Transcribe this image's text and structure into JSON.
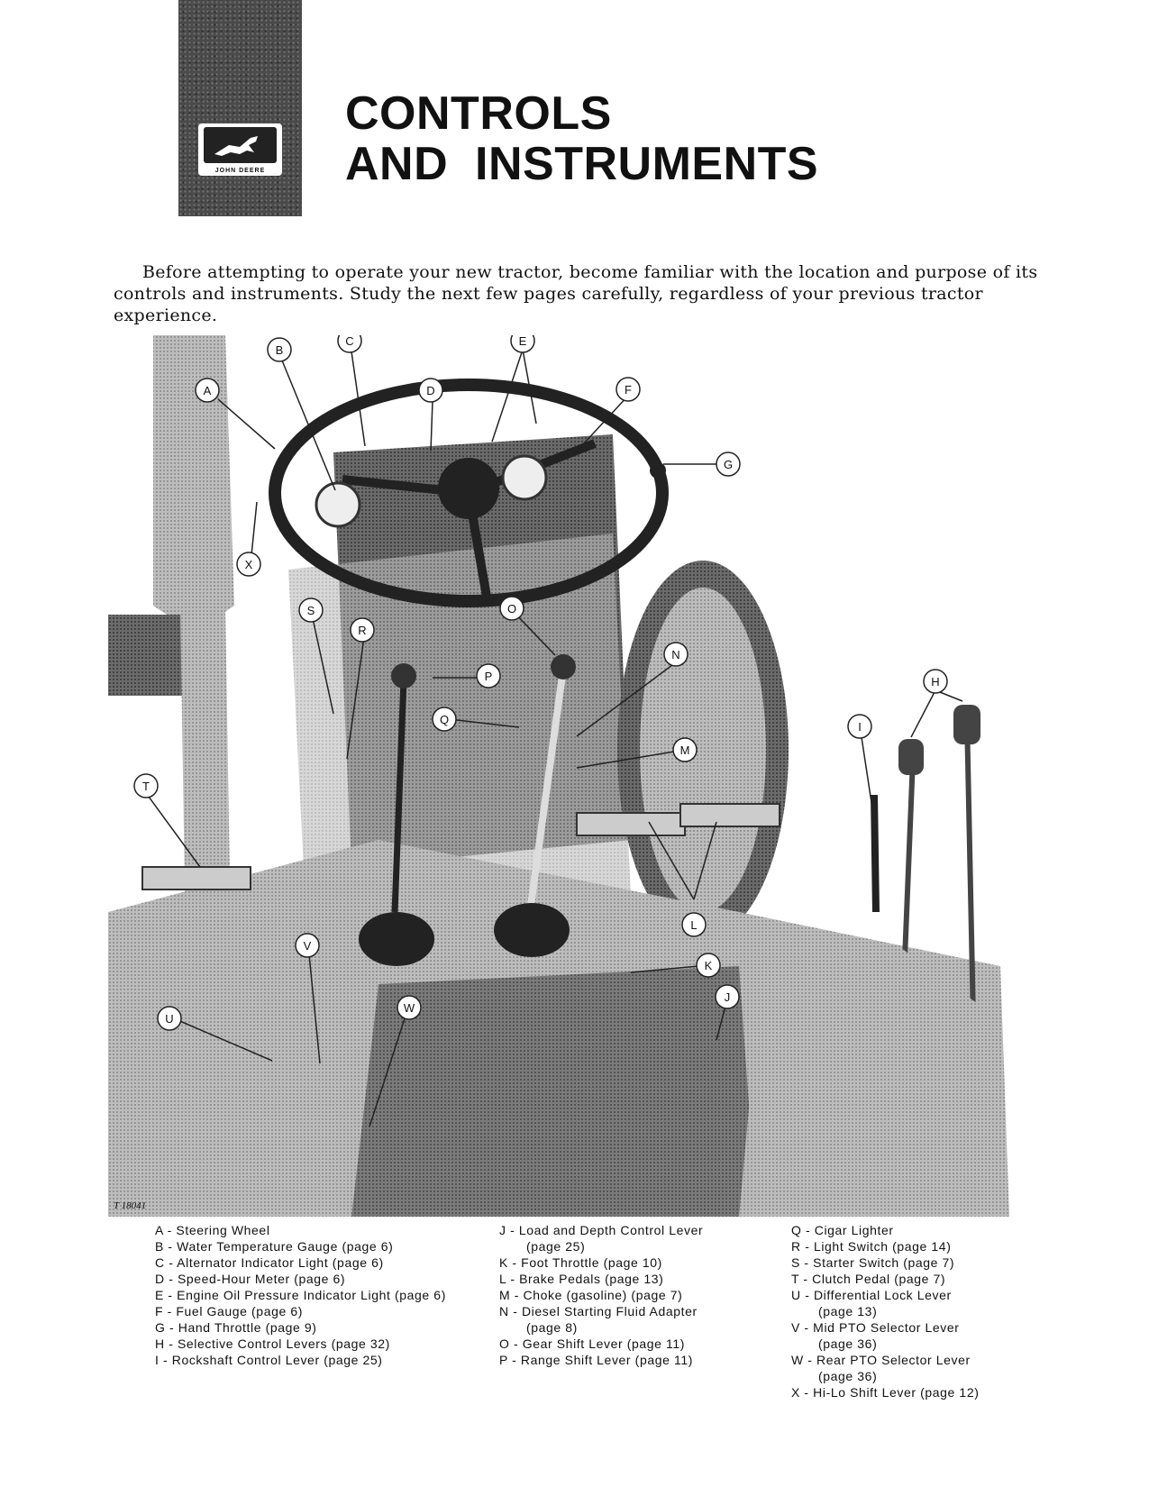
{
  "logo": {
    "text": "JOHN DEERE"
  },
  "title": {
    "line1": "CONTROLS",
    "line2": "AND  INSTRUMENTS"
  },
  "intro": "Before attempting to operate your new tractor, become familiar with the location and purpose of its controls and instruments. Study the next few pages carefully, regardless of your previous tractor experience.",
  "figure_number": "T 18041",
  "callouts": [
    "A",
    "B",
    "C",
    "D",
    "E",
    "F",
    "G",
    "H",
    "I",
    "J",
    "K",
    "L",
    "M",
    "N",
    "O",
    "P",
    "Q",
    "R",
    "S",
    "T",
    "U",
    "V",
    "W",
    "X"
  ],
  "legend": {
    "col1": [
      "A - Steering Wheel",
      "B - Water Temperature Gauge (page 6)",
      "C - Alternator Indicator Light (page 6)",
      "D - Speed-Hour Meter (page 6)",
      "E - Engine Oil Pressure Indicator Light (page 6)",
      "F - Fuel Gauge (page 6)",
      "G - Hand Throttle (page 9)",
      "H - Selective Control Levers (page 32)",
      "I - Rockshaft Control Lever (page 25)"
    ],
    "col2": [
      "J - Load and Depth Control Lever",
      "(page 25)",
      "K - Foot Throttle (page 10)",
      "L - Brake Pedals (page 13)",
      "M - Choke (gasoline) (page 7)",
      "N - Diesel Starting Fluid Adapter",
      "(page 8)",
      "O - Gear Shift Lever (page 11)",
      "P - Range Shift Lever (page 11)"
    ],
    "col3": [
      "Q - Cigar Lighter",
      "R - Light Switch (page 14)",
      "S - Starter Switch (page 7)",
      "T - Clutch Pedal (page 7)",
      "U - Differential Lock Lever",
      "(page 13)",
      "V - Mid PTO Selector Lever",
      "(page 36)",
      "W - Rear PTO Selector Lever",
      "(page 36)",
      "X - Hi-Lo Shift Lever (page 12)"
    ]
  }
}
